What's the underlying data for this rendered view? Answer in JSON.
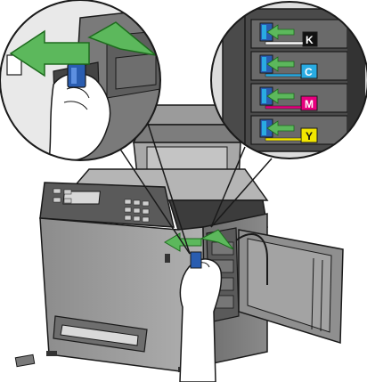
{
  "figure": {
    "colors": {
      "arrow_green": "#5cb85c",
      "arrow_outline": "#1e6b1e",
      "toner_cyan": "#29abe2",
      "toner_blue": "#2a5db0",
      "toner_magenta": "#e6007e",
      "toner_yellow": "#f2e600",
      "toner_black": "#111111",
      "outline": "#1a1a1a",
      "body_gray": "#9a9a9a",
      "panel_dark": "#4a4a4a"
    },
    "toner_labels": {
      "black": "K",
      "cyan": "C",
      "magenta": "M",
      "yellow": "Y"
    }
  }
}
